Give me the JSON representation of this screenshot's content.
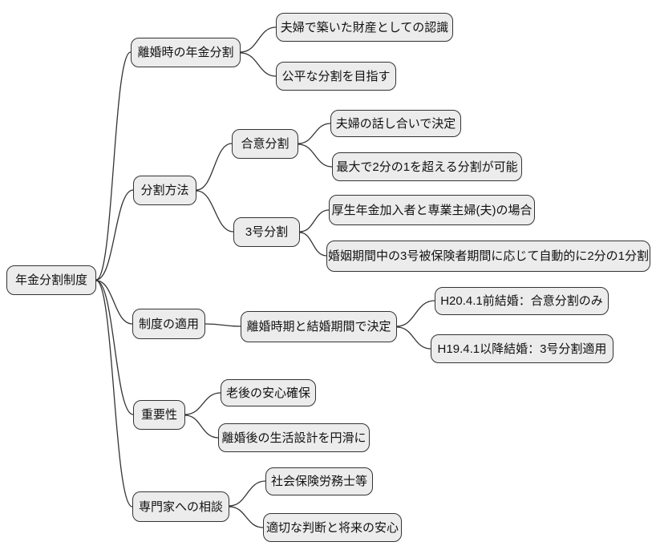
{
  "diagram_type": "mindmap",
  "colors": {
    "node_fill": "#ececec",
    "node_border": "#333333",
    "edge": "#333333",
    "background": "#ffffff"
  },
  "mindmap": {
    "root": {
      "label": "年金分割制度"
    },
    "branches": [
      {
        "label": "離婚時の年金分割",
        "children": [
          {
            "label": "夫婦で築いた財産としての認識"
          },
          {
            "label": "公平な分割を目指す"
          }
        ]
      },
      {
        "label": "分割方法",
        "children": [
          {
            "label": "合意分割",
            "children": [
              {
                "label": "夫婦の話し合いで決定"
              },
              {
                "label": "最大で2分の1を超える分割が可能"
              }
            ]
          },
          {
            "label": "3号分割",
            "children": [
              {
                "label": "厚生年金加入者と専業主婦(夫)の場合"
              },
              {
                "label": "婚姻期間中の3号被保険者期間に応じて自動的に2分の1分割"
              }
            ]
          }
        ]
      },
      {
        "label": "制度の適用",
        "children": [
          {
            "label": "離婚時期と結婚期間で決定",
            "children": [
              {
                "label": "H20.4.1前結婚：合意分割のみ"
              },
              {
                "label": "H19.4.1以降結婚：3号分割適用"
              }
            ]
          }
        ]
      },
      {
        "label": "重要性",
        "children": [
          {
            "label": "老後の安心確保"
          },
          {
            "label": "離婚後の生活設計を円滑に"
          }
        ]
      },
      {
        "label": "専門家への相談",
        "children": [
          {
            "label": "社会保険労務士等"
          },
          {
            "label": "適切な判断と将来の安心"
          }
        ]
      }
    ]
  }
}
